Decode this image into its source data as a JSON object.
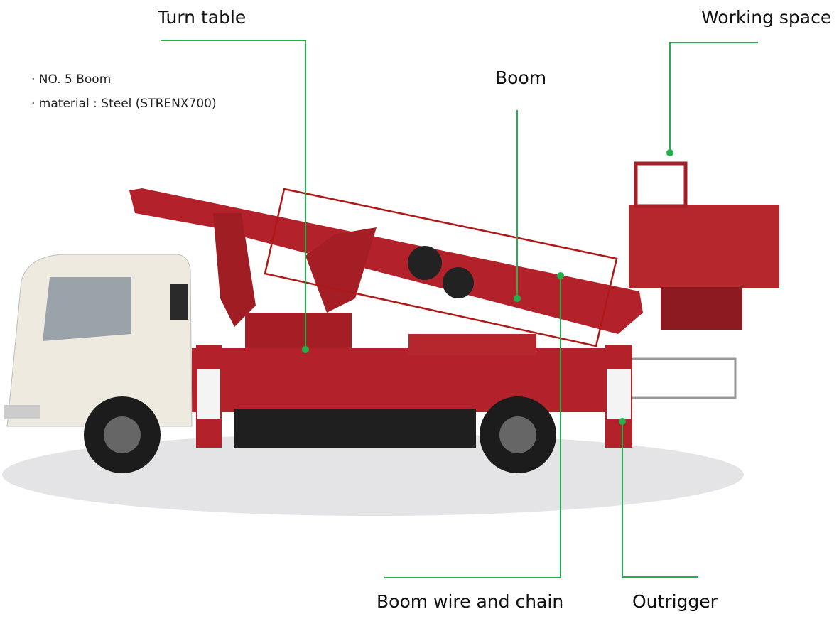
{
  "notes": [
    "· NO. 5 Boom",
    "· material : Steel (STRENX700)"
  ],
  "labels": {
    "turn_table": "Turn table",
    "boom": "Boom",
    "working_space": "Working space",
    "boom_wire": "Boom wire and chain",
    "outrigger": "Outrigger"
  },
  "colors": {
    "leader": "#22b14c",
    "highlight": "#b01818",
    "truck_red": "#b3222a",
    "cab": "#eeeae0"
  }
}
